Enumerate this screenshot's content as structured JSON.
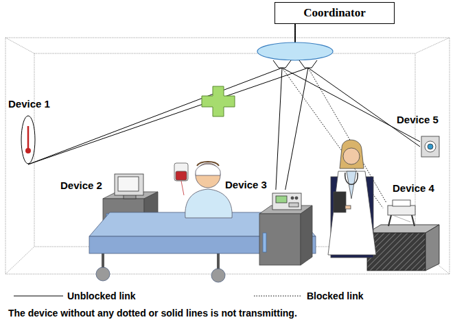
{
  "diagram": {
    "nodes": [
      {
        "text": [
          "Coordinator"
        ]
      },
      {
        "text": [
          "Device 1"
        ]
      },
      {
        "text": [
          "Device 2"
        ]
      },
      {
        "text": [
          "Device 3"
        ]
      },
      {
        "text": [
          "Device 4"
        ]
      },
      {
        "text": [
          "Device 5"
        ]
      }
    ],
    "edges": [
      {
        "from": 0,
        "to": 1,
        "arrow": "none"
      },
      {
        "from": 0,
        "to": 3,
        "arrow": "none"
      },
      {
        "from": 0,
        "to": 4,
        "arrow": "none"
      },
      {
        "from": 0,
        "to": 5,
        "arrow": "none"
      }
    ],
    "labels": [
      "The device without any dotted or solid lines is not transmitting."
    ],
    "legend": [
      {
        "text": "Unblocked link"
      },
      {
        "text": "Blocked link"
      }
    ]
  }
}
